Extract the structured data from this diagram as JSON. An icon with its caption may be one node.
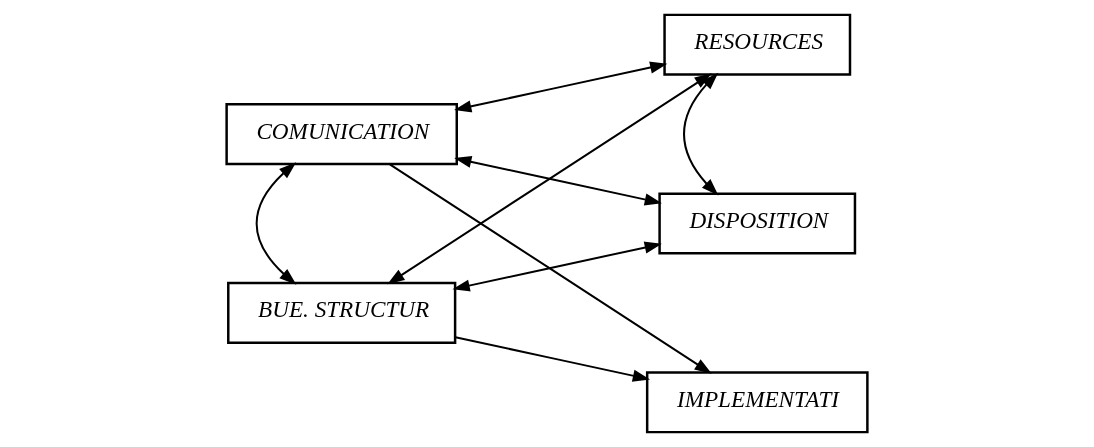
{
  "diagram": {
    "nodes": [
      {
        "text": [
          "COMUNICATION"
        ]
      },
      {
        "text": [
          "RESOURCES"
        ]
      },
      {
        "text": [
          "IMPLEMENTATI"
        ]
      },
      {
        "text": [
          "DISPOSITION"
        ]
      },
      {
        "text": [
          "BUE. STRUCTUR"
        ]
      }
    ],
    "edges": [
      {
        "from": 0,
        "to": 2,
        "arrow": "to"
      },
      {
        "from": 0,
        "to": 1,
        "arrow": "both"
      },
      {
        "from": 0,
        "to": 4,
        "arrow": "both"
      },
      {
        "from": 0,
        "to": 3,
        "arrow": "both"
      },
      {
        "from": 4,
        "to": 1,
        "arrow": "both"
      },
      {
        "from": 1,
        "to": 3,
        "arrow": "both"
      },
      {
        "from": 4,
        "to": 3,
        "arrow": "both"
      },
      {
        "from": 4,
        "to": 2,
        "arrow": "to"
      }
    ]
  }
}
